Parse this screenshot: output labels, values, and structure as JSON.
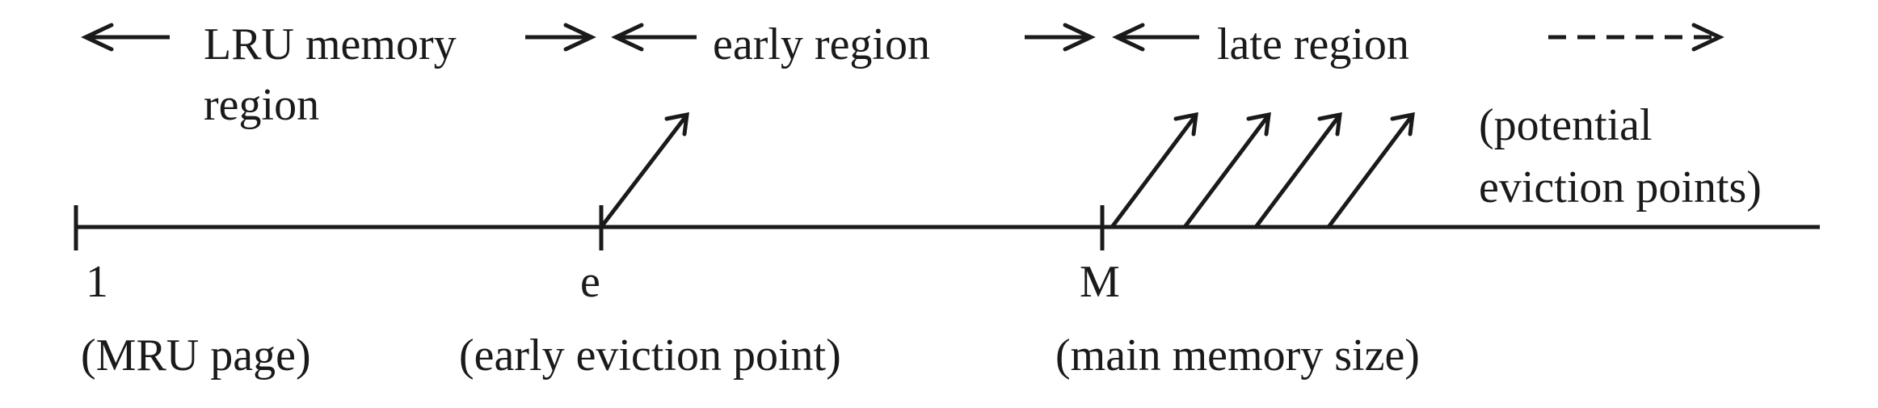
{
  "regions": {
    "lru": [
      "LRU memory",
      "region"
    ],
    "early": "early region",
    "late": "late region"
  },
  "ticks": {
    "first": "1",
    "early": "e",
    "main": "M"
  },
  "captions": {
    "first": "(MRU page)",
    "early": "(early eviction point)",
    "main": "(main memory size)"
  },
  "potential_note": [
    "(potential",
    "eviction points)"
  ]
}
